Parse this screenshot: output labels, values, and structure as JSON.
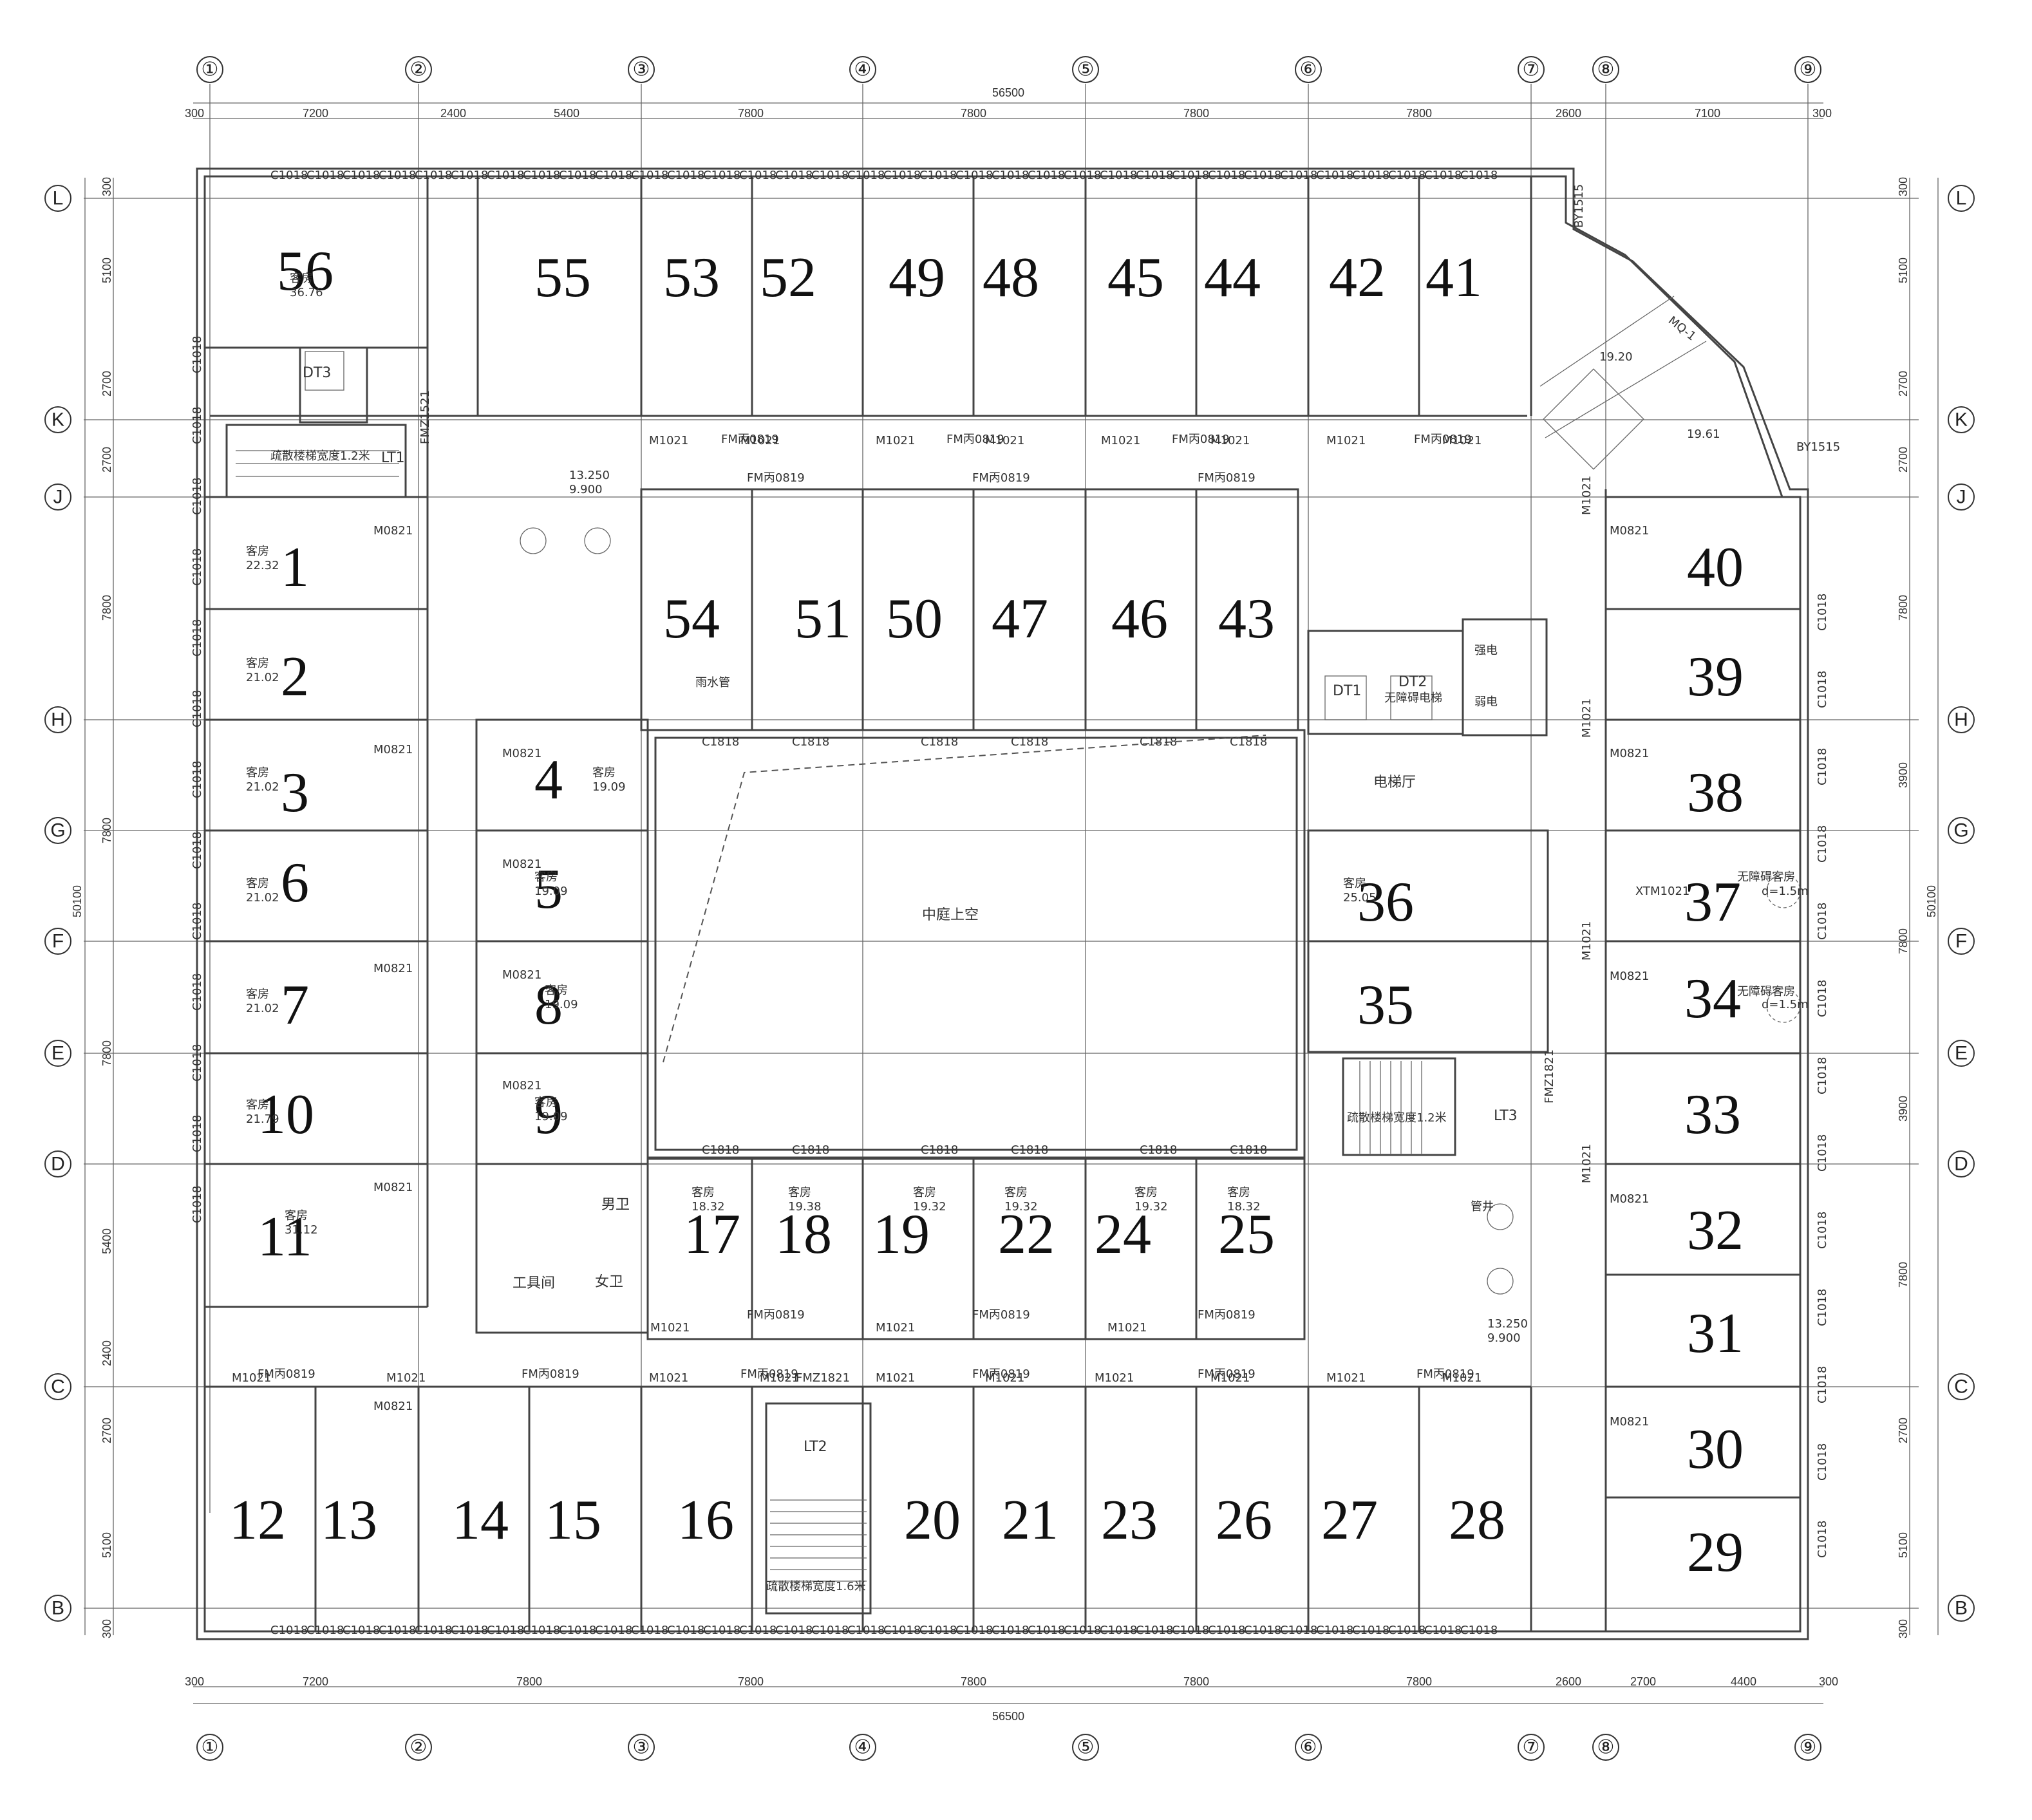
{
  "grid_columns": [
    "①",
    "②",
    "③",
    "④",
    "⑤",
    "⑥",
    "⑦",
    "⑧",
    "⑨"
  ],
  "grid_rows": [
    "L",
    "K",
    "J",
    "H",
    "G",
    "F",
    "E",
    "D",
    "C",
    "B"
  ],
  "dims": {
    "top_total": "56500",
    "top": [
      "300",
      "7200",
      "2400",
      "5400",
      "7800",
      "7800",
      "7800",
      "7800",
      "2600",
      "7100",
      "300"
    ],
    "bottom_total": "56500",
    "bottom": [
      "300",
      "7200",
      "7800",
      "7800",
      "7800",
      "7800",
      "7800",
      "2600",
      "2700",
      "4400",
      "300"
    ],
    "left": [
      "300",
      "5100",
      "2700",
      "2700",
      "7800",
      "7800",
      "7800",
      "5400",
      "2400",
      "2700",
      "5100",
      "300"
    ],
    "left_total": "50100",
    "right": [
      "300",
      "5100",
      "2700",
      "2700",
      "7800",
      "3900",
      "7800",
      "3900",
      "7800",
      "2700",
      "5100",
      "300"
    ],
    "right_total": "50100"
  },
  "labels": {
    "atrium": "中庭上空",
    "elevator_hall": "电梯厅",
    "stair_lt1": "疏散楼梯宽度1.2米",
    "stair_lt2": "疏散楼梯宽度1.6米",
    "stair_lt3": "疏散楼梯宽度1.2米",
    "lt1": "LT1",
    "lt2": "LT2",
    "lt3": "LT3",
    "dt1": "DT1",
    "dt2": "DT2",
    "dt2_note": "无障碍电梯",
    "dt3": "DT3",
    "mens": "男卫",
    "womens": "女卫",
    "tool_room": "工具间",
    "pipe_shaft": "管井",
    "strong_current": "强电",
    "weak_current": "弱电",
    "rain_pipe": "雨水管",
    "guest_room": "客房",
    "elev_top": "13.250",
    "elev_bottom": "9.900",
    "mq": "MQ-1",
    "by": "BY1515",
    "by2": "BY1515",
    "area_1920": "19.20",
    "area_1961": "19.61",
    "accessible_room_37": "无障碍客房",
    "accessible_room_34": "无障碍客房",
    "d15a": "d=1.5m",
    "d15b": "d=1.5m",
    "xtm": "XTM1021",
    "m1021": "M1021",
    "m0821": "M0821",
    "c1018": "C1018",
    "c1818": "C1818",
    "fm0819": "FM丙0819",
    "fmz": "FMZ1521",
    "lt2_door": "FMZ1821",
    "lt3_door": "FMZ1821"
  },
  "rooms": [
    {
      "no": "56"
    },
    {
      "no": "55"
    },
    {
      "no": "53"
    },
    {
      "no": "52"
    },
    {
      "no": "49"
    },
    {
      "no": "48"
    },
    {
      "no": "45"
    },
    {
      "no": "44"
    },
    {
      "no": "42"
    },
    {
      "no": "41"
    },
    {
      "no": "1"
    },
    {
      "no": "2"
    },
    {
      "no": "3"
    },
    {
      "no": "6"
    },
    {
      "no": "7"
    },
    {
      "no": "10"
    },
    {
      "no": "11"
    },
    {
      "no": "4"
    },
    {
      "no": "5"
    },
    {
      "no": "8"
    },
    {
      "no": "9"
    },
    {
      "no": "54"
    },
    {
      "no": "51"
    },
    {
      "no": "50"
    },
    {
      "no": "47"
    },
    {
      "no": "46"
    },
    {
      "no": "43"
    },
    {
      "no": "40"
    },
    {
      "no": "39"
    },
    {
      "no": "38"
    },
    {
      "no": "37"
    },
    {
      "no": "34"
    },
    {
      "no": "33"
    },
    {
      "no": "32"
    },
    {
      "no": "31"
    },
    {
      "no": "30"
    },
    {
      "no": "29"
    },
    {
      "no": "36"
    },
    {
      "no": "35"
    },
    {
      "no": "17"
    },
    {
      "no": "18"
    },
    {
      "no": "19"
    },
    {
      "no": "22"
    },
    {
      "no": "24"
    },
    {
      "no": "25"
    },
    {
      "no": "12"
    },
    {
      "no": "13"
    },
    {
      "no": "14"
    },
    {
      "no": "15"
    },
    {
      "no": "16"
    },
    {
      "no": "20"
    },
    {
      "no": "21"
    },
    {
      "no": "23"
    },
    {
      "no": "26"
    },
    {
      "no": "27"
    },
    {
      "no": "28"
    }
  ],
  "areas": {
    "r56": "36.76",
    "r1": "22.32",
    "r2": "21.02",
    "r3": "21.02",
    "r6": "21.02",
    "r7": "21.02",
    "r10": "21.79",
    "r11": "31.12",
    "r4": "19.09",
    "r5": "19.09",
    "r8": "19.09",
    "r9": "19.09",
    "r17": "18.32",
    "r18": "19.38",
    "r19": "19.32",
    "r22": "19.32",
    "r24": "19.32",
    "r25": "18.32",
    "r36": "25.05"
  }
}
